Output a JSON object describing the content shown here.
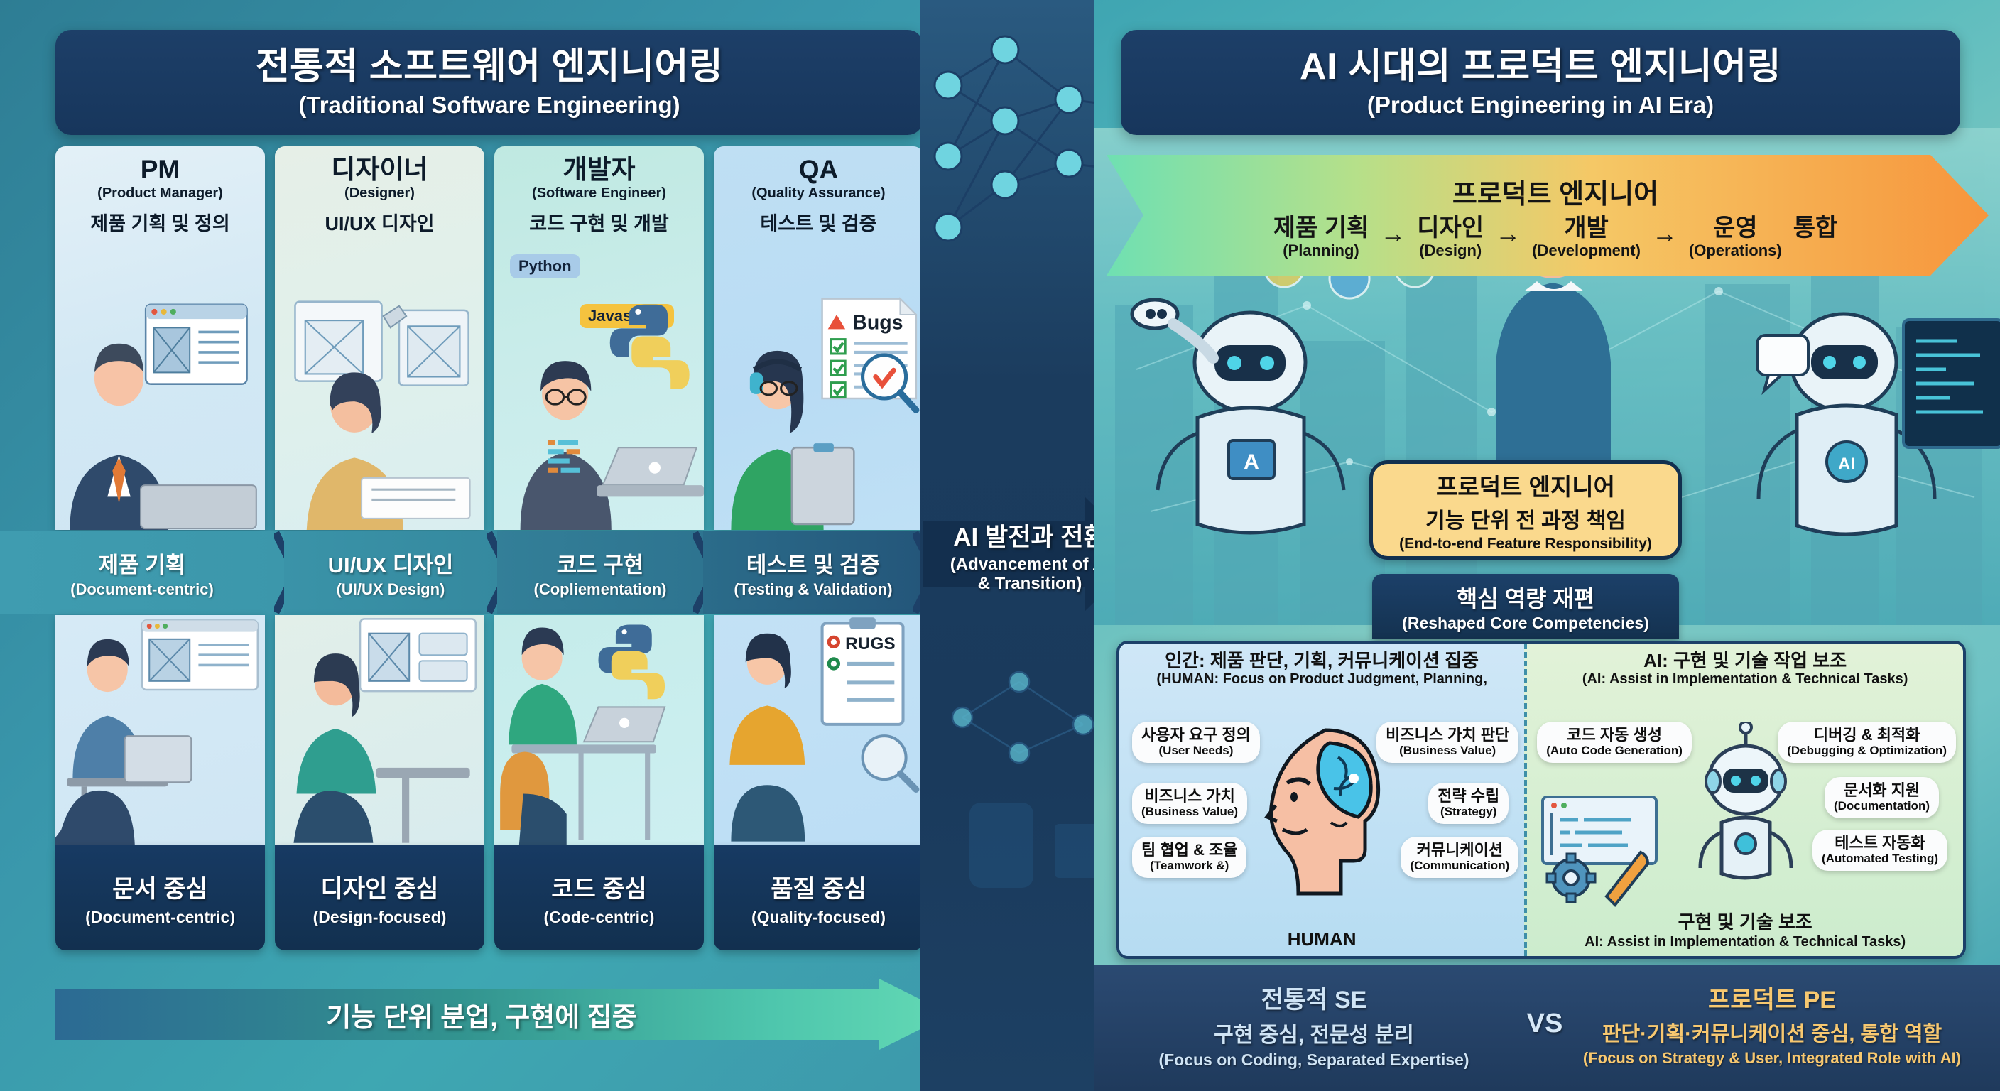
{
  "left": {
    "title_ko": "전통적 소프트웨어 엔지니어링",
    "title_en": "(Traditional Software Engineering)",
    "roles": [
      {
        "title": "PM",
        "sub": "(Product Manager)",
        "task": "제품 기획 및 정의"
      },
      {
        "title": "디자이너",
        "sub": "(Designer)",
        "task": "UI/UX 디자인"
      },
      {
        "title": "개발자",
        "sub": "(Software Engineer)",
        "task": "코드 구현 및 개발"
      },
      {
        "title": "QA",
        "sub": "(Quality Assurance)",
        "task": "테스트 및 검증"
      }
    ],
    "process": [
      {
        "ko": "제품 기획",
        "en": "(Document-centric)"
      },
      {
        "ko": "UI/UX 디자인",
        "en": "(UI/UX Design)"
      },
      {
        "ko": "코드 구현",
        "en": "(Copliementation)"
      },
      {
        "ko": "테스트 및 검증",
        "en": "(Testing & Validation)"
      }
    ],
    "focus": [
      {
        "ko": "문서 중심",
        "en": "(Document-centric)"
      },
      {
        "ko": "디자인 중심",
        "en": "(Design-focused)"
      },
      {
        "ko": "코드 중심",
        "en": "(Code-centric)"
      },
      {
        "ko": "품질 중심",
        "en": "(Quality-focused)"
      }
    ],
    "bottom_arrow": "기능 단위 분업, 구현에 집중",
    "art_tags": {
      "python": "Python",
      "javascript": "Javascript",
      "bugs": "Bugs",
      "bugs2": "RUGS"
    }
  },
  "center": {
    "arrow_ko": "AI 발전과 전환",
    "arrow_en_1": "(Advancement of AI",
    "arrow_en_2": "& Transition)"
  },
  "right": {
    "title_ko": "AI 시대의 프로덕트 엔지니어링",
    "title_en": "(Product Engineering in AI Era)",
    "flow_title": "프로덕트 엔지니어",
    "flow_steps": [
      {
        "ko": "제품 기획",
        "en": "(Planning)"
      },
      {
        "ko": "디자인",
        "en": "(Design)"
      },
      {
        "ko": "개발",
        "en": "(Development)"
      },
      {
        "ko": "운영",
        "en": "(Operations)"
      },
      {
        "ko": "통합",
        "en": ""
      }
    ],
    "flow_sep": "→",
    "pe_callout": {
      "line1": "프로덕트 엔지니어",
      "line2": "기능 단위 전 과정 책임",
      "line3": "(End-to-end Feature Responsibility)"
    },
    "core_head": {
      "ko": "핵심 역량 재편",
      "en": "(Reshaped Core Competencies)"
    },
    "human_panel": {
      "header_ko": "인간: 제품 판단, 기획, 커뮤니케이션 집중",
      "header_en": "(HUMAN: Focus on Product Judgment, Planning,",
      "footer": "HUMAN",
      "bubbles": [
        {
          "ko": "사용자 요구 정의",
          "en": "(User Needs)"
        },
        {
          "ko": "비즈니스 가치 판단",
          "en": "(Business Value)"
        },
        {
          "ko": "비즈니스 가치",
          "en": "(Business Value)"
        },
        {
          "ko": "전략 수립",
          "en": "(Strategy)"
        },
        {
          "ko": "팀 협업 & 조율",
          "en": "(Teamwork &)"
        },
        {
          "ko": "커뮤니케이션",
          "en": "(Communication)"
        }
      ]
    },
    "ai_panel": {
      "header_ko": "AI: 구현 및 기술 작업 보조",
      "header_en": "(AI: Assist in Implementation & Technical Tasks)",
      "footer_ko": "구현 및 기술 보조",
      "footer_en": "AI: Assist in Implementation & Technical Tasks)",
      "bubbles": [
        {
          "ko": "코드 자동 생성",
          "en": "(Auto Code Generation)"
        },
        {
          "ko": "디버깅 & 최적화",
          "en": "(Debugging & Optimization)"
        },
        {
          "ko": "문서화 지원",
          "en": "(Documentation)"
        },
        {
          "ko": "테스트 자동화",
          "en": "(Automated Testing)"
        }
      ]
    },
    "compare": {
      "left_title": "전통적 SE",
      "left_ko": "구현 중심, 전문성 분리",
      "left_en": "(Focus on Coding, Separated Expertise)",
      "vs": "VS",
      "right_title": "프로덕트 PE",
      "right_ko": "판단·기획·커뮤니케이션 중심, 통합 역할",
      "right_en": "(Focus on Strategy & User, Integrated Role with AI)"
    }
  },
  "colors": {
    "navy": "#17365c",
    "teal": "#3a9fae",
    "green": "#6fd3b4",
    "orange": "#f7973f",
    "yellow_callout": "#fad98d",
    "accent_gold": "#f7c870"
  }
}
